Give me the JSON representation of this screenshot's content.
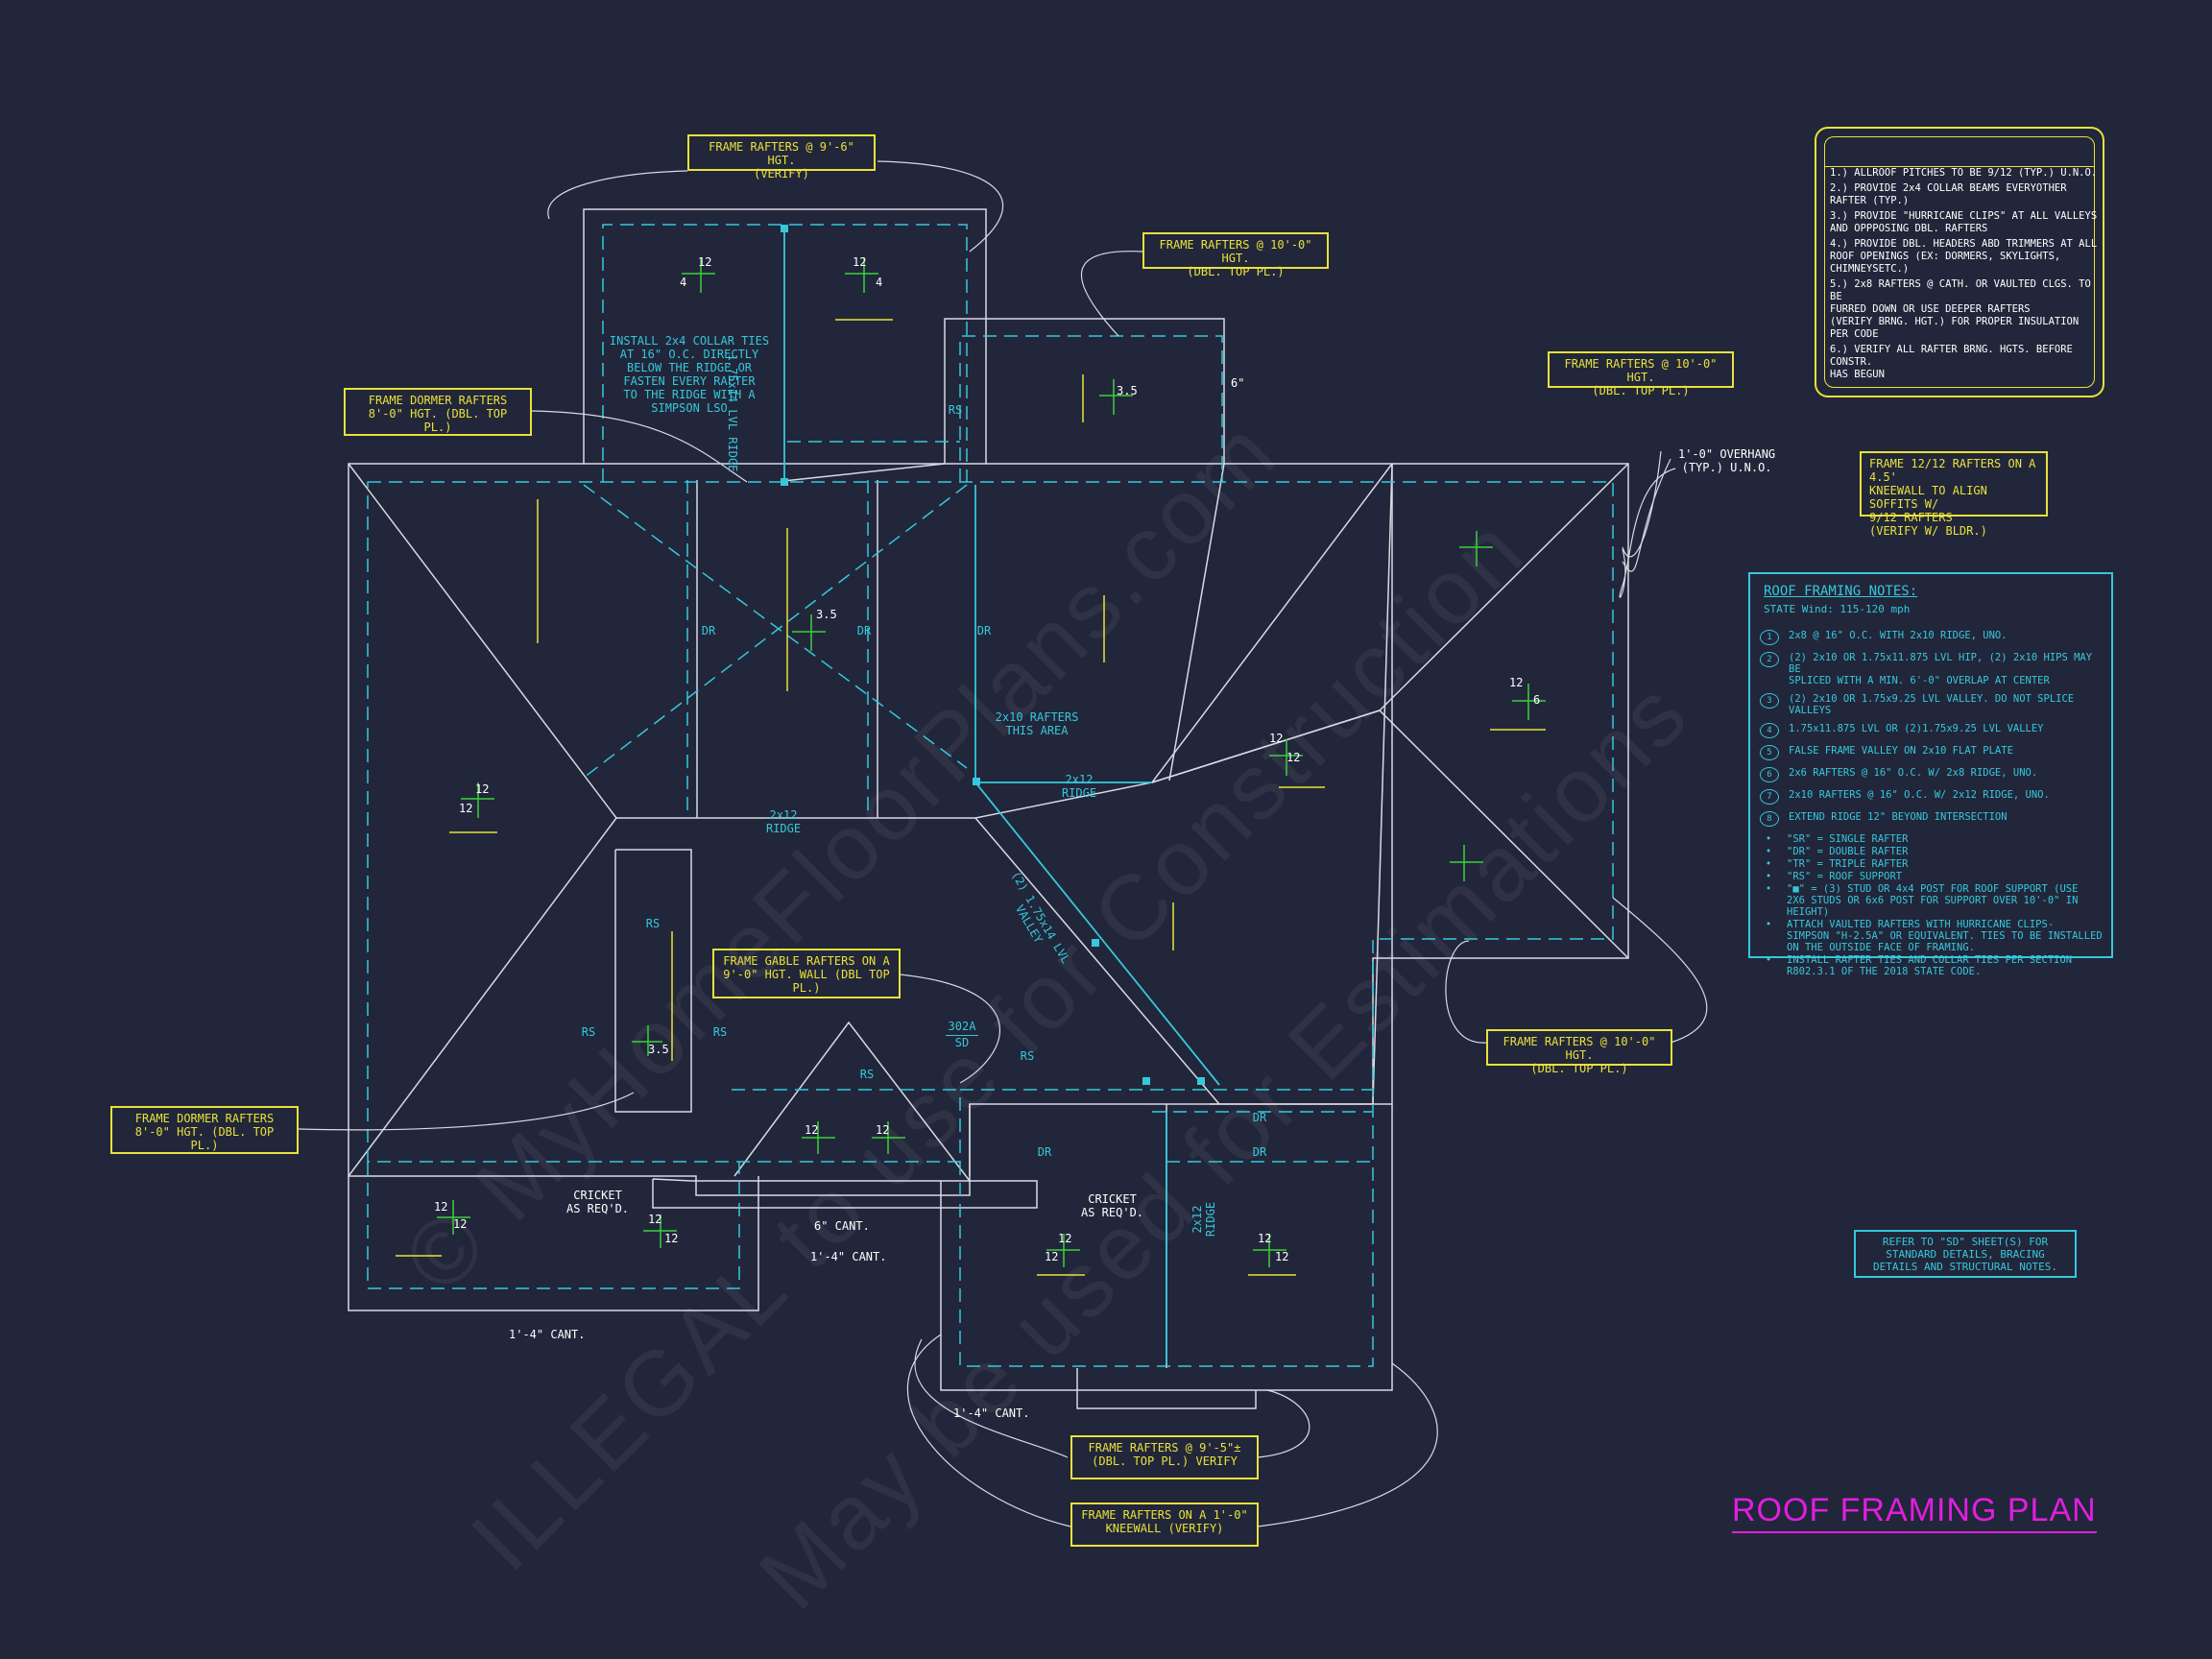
{
  "watermark": {
    "line1": "© MyHomeFloorPlans.com",
    "line2": "ILLEGAL to use for Construction",
    "line3": "May be used for Estimations"
  },
  "callouts": {
    "c_9_6": "FRAME RAFTERS @ 9'-6\" HGT.\n(VERIFY)",
    "c_10_0_top": "FRAME RAFTERS @ 10'-0\" HGT.\n(DBL. TOP PL.)",
    "c_10_0_right": "FRAME RAFTERS @ 10'-0\" HGT.\n(DBL. TOP PL.)",
    "c_dormer_top": "FRAME DORMER RAFTERS\n8'-0\" HGT. (DBL. TOP PL.)",
    "c_dormer_left": "FRAME DORMER RAFTERS\n8'-0\" HGT. (DBL. TOP PL.)",
    "c_gable": "FRAME GABLE RAFTERS ON A\n9'-0\" HGT. WALL (DBL TOP PL.)",
    "c_10_0_bottom": "FRAME RAFTERS @ 10'-0\" HGT.\n(DBL. TOP PL.)",
    "c_9_5": "FRAME RAFTERS @ 9'-5\"±\n(DBL. TOP PL.) VERIFY",
    "c_kneewall_1": "FRAME RAFTERS ON A 1'-0\"\nKNEEWALL (VERIFY)",
    "c_12_12": "FRAME 12/12 RAFTERS ON A 4.5'\nKNEEWALL TO ALIGN SOFFITS W/\n9/12 RAFTERS\n(VERIFY W/ BLDR.)"
  },
  "plan_labels": {
    "collar_ties": "INSTALL 2x4 COLLAR TIES\nAT 16\" O.C. DIRECTLY\nBELOW THE RIDGE OR\nFASTEN EVERY RAFTER\nTO THE RIDGE WITH A\nSIMPSON LSO",
    "lvl_ridge": "1.75x14 LVL RIDGE",
    "rafters_2x10": "2x10 RAFTERS\nTHIS AREA",
    "ridge_2x12_center": "2x12\nRIDGE",
    "ridge_2x12_right": "2x12\nRIDGE",
    "ridge_2x12_bottom": "2x12\nRIDGE",
    "lvl_valley": "(2) 1.75x14 LVL\nVALLEY",
    "overhang": "1'-0\" OVERHANG\n(TYP.) U.N.O.",
    "cricket_left": "CRICKET\nAS REQ'D.",
    "cricket_right": "CRICKET\nAS REQ'D.",
    "cant_6": "6\" CANT.",
    "cant_14_a": "1'-4\" CANT.",
    "cant_14_b": "1'-4\" CANT.",
    "cant_14_c": "1'-4\" CANT.",
    "tag_302a": "302A",
    "tag_sd": "SD",
    "rs": "RS",
    "dr": "DR",
    "pitch_12": "12",
    "pitch_35": "3.5",
    "pitch_4": "4",
    "pitch_6": "6",
    "six_in": "6\""
  },
  "general_notes": [
    "1.) ALLROOF PITCHES TO BE 9/12 (TYP.) U.N.O.",
    "2.) PROVIDE 2x4 COLLAR BEAMS EVERYOTHER\n    RAFTER (TYP.)",
    "3.) PROVIDE \"HURRICANE CLIPS\" AT ALL VALLEYS\n    AND OPPPOSING DBL. RAFTERS",
    "4.) PROVIDE DBL. HEADERS ABD TRIMMERS AT ALL\n    ROOF OPENINGS (EX: DORMERS, SKYLIGHTS,\n    CHIMNEYSETC.)",
    "5.) 2x8 RAFTERS @ CATH. OR VAULTED CLGS. TO BE\n    FURRED DOWN OR USE DEEPER RAFTERS\n    (VERIFY BRNG. HGT.) FOR PROPER INSULATION\n    PER CODE",
    "6.) VERIFY ALL RAFTER BRNG. HGTS. BEFORE CONSTR.\n    HAS BEGUN"
  ],
  "roof_framing_notes": {
    "title": "ROOF FRAMING NOTES:",
    "subtitle": "STATE Wind: 115-120 mph",
    "numbered": [
      {
        "n": "1",
        "text": "2x8 @ 16\" O.C. WITH 2x10 RIDGE, UNO."
      },
      {
        "n": "2",
        "text": "(2) 2x10 OR 1.75x11.875 LVL HIP, (2) 2x10 HIPS MAY BE\nSPLICED WITH A MIN. 6'-0\" OVERLAP AT CENTER"
      },
      {
        "n": "3",
        "text": "(2) 2x10 OR 1.75x9.25 LVL VALLEY. DO NOT SPLICE\nVALLEYS"
      },
      {
        "n": "4",
        "text": "1.75x11.875 LVL OR (2)1.75x9.25 LVL VALLEY"
      },
      {
        "n": "5",
        "text": "FALSE FRAME VALLEY ON 2x10 FLAT PLATE"
      },
      {
        "n": "6",
        "text": "2x6 RAFTERS @ 16\" O.C. W/ 2x8 RIDGE, UNO."
      },
      {
        "n": "7",
        "text": "2x10 RAFTERS @ 16\" O.C. W/ 2x12 RIDGE, UNO."
      },
      {
        "n": "8",
        "text": "EXTEND RIDGE 12\" BEYOND INTERSECTION"
      }
    ],
    "bullets": [
      "\"SR\" = SINGLE RAFTER",
      "\"DR\" = DOUBLE RAFTER",
      "\"TR\" = TRIPLE RAFTER",
      "\"RS\" = ROOF SUPPORT",
      "\"■\" = (3) STUD OR 4x4 POST FOR ROOF SUPPORT (USE\n2X6 STUDS OR 6x6 POST FOR SUPPORT OVER 10'-0\" IN\nHEIGHT)",
      "ATTACH VAULTED RAFTERS WITH HURRICANE CLIPS-\nSIMPSON \"H-2.5A\" OR EQUIVALENT. TIES TO BE INSTALLED\nON THE OUTSIDE FACE OF FRAMING.",
      "INSTALL RAFTER TIES AND COLLAR TIES PER SECTION\nR802.3.1 OF THE 2018 STATE CODE."
    ]
  },
  "refer_note": "REFER TO \"SD\" SHEET(S) FOR\nSTANDARD DETAILS, BRACING\nDETAILS AND STRUCTURAL NOTES.",
  "drawing_title": "ROOF FRAMING PLAN",
  "colors": {
    "background": "#22263a",
    "linework": "#d8dae4",
    "dashed": "#35c8dc",
    "callout": "#e8e23a",
    "pitch": "#39d23a",
    "title": "#e01ee0"
  }
}
